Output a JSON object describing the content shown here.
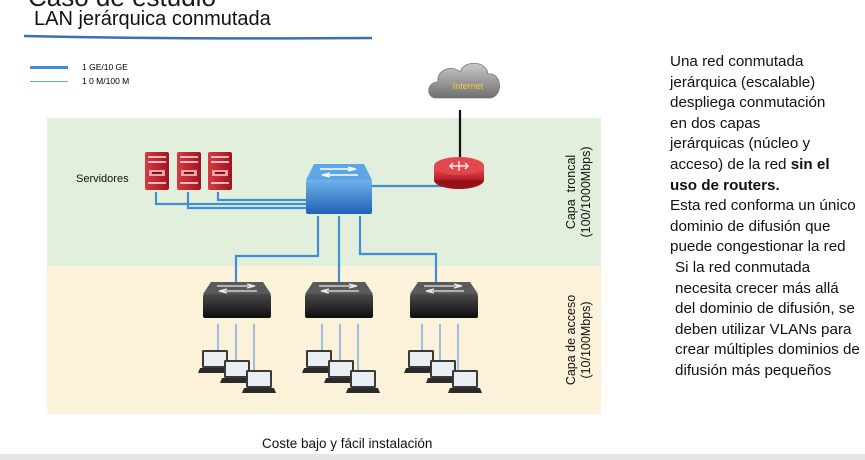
{
  "header": {
    "partial_title": "Caso de estudio",
    "title": "LAN jerárquica conmutada"
  },
  "legend": {
    "thick_label": "1 GE/10 GE",
    "thin_label": "1 0 M/100 M"
  },
  "diagram": {
    "internet_label": "Internet",
    "servers_label": "Servidores",
    "core_layer_name": "Capa  troncal",
    "core_layer_speed": "(100/1000Mbps)",
    "access_layer_name": "Capa de acceso",
    "access_layer_speed": "(10/100Mbps)"
  },
  "description": {
    "intro_lines": [
      "Una red conmutada",
      "jerárquica (escalable)",
      "despliega conmutación",
      "en dos capas",
      "jerárquicas (núcleo y",
      "acceso) de la red "
    ],
    "bold_text": "sin el uso de routers.",
    "rest_text": "Esta red conforma un único dominio de difusión que puede congestionar la red",
    "vlan_text": "Si la red conmutada necesita crecer más allá del dominio de difusión, se deben utilizar VLANs para crear múltiples dominios de difusión más pequeños"
  },
  "footer": {
    "caption": "Coste bajo y fácil instalación"
  },
  "colors": {
    "core_band": "#e1efdc",
    "access_band": "#fcf1d9",
    "link": "#3f8ed6",
    "server": "#c8202e",
    "router": "#d02530",
    "core_switch": "#2f7fd0",
    "access_switch": "#1b1b1b",
    "cloud": "#8f8f8f"
  }
}
